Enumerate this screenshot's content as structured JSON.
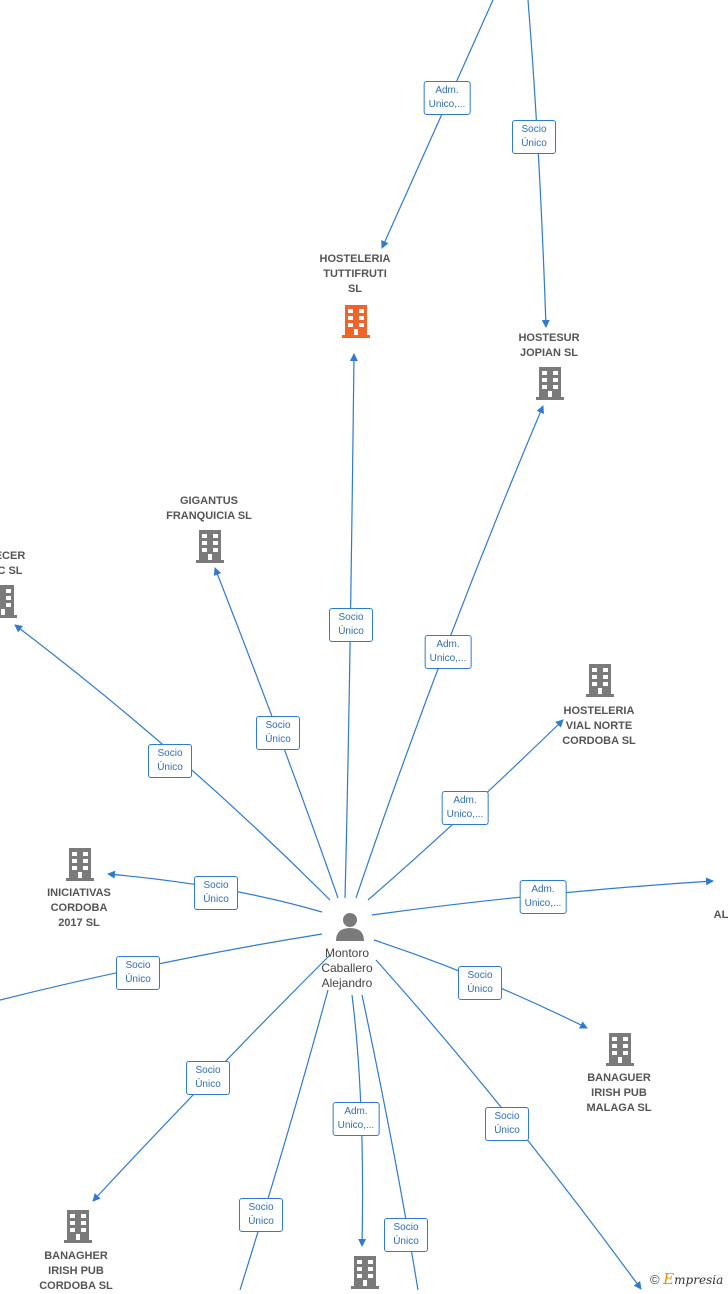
{
  "center": {
    "name": "Montoro\nCaballero\nAlejandro"
  },
  "companies": [
    {
      "id": "tuttifruti",
      "name": "HOSTELERIA\nTUTTIFRUTI\nSL",
      "focus": true
    },
    {
      "id": "hostesur",
      "name": "HOSTESUR\nJOPIAN  SL"
    },
    {
      "id": "gigantus",
      "name": "GIGANTUS\nFRANQUICIA  SL"
    },
    {
      "id": "ecer",
      "name": "ECER\nC  SL"
    },
    {
      "id": "vialnorte",
      "name": "HOSTELERIA\nVIAL NORTE\nCORDOBA  SL"
    },
    {
      "id": "iniciativas",
      "name": "INICIATIVAS\nCORDOBA\n2017  SL"
    },
    {
      "id": "al",
      "name": "AL"
    },
    {
      "id": "banaguer",
      "name": "BANAGUER\nIRISH PUB\nMALAGA  SL"
    },
    {
      "id": "banagher",
      "name": "BANAGHER\nIRISH PUB\nCORDOBA  SL"
    }
  ],
  "edge_labels": [
    {
      "id": "top-adm",
      "text": "Adm.\nUnico,..."
    },
    {
      "id": "top-socio",
      "text": "Socio\nÚnico"
    },
    {
      "id": "tutti-socio",
      "text": "Socio\nÚnico"
    },
    {
      "id": "hostesur-adm",
      "text": "Adm.\nUnico,..."
    },
    {
      "id": "gigantus-socio",
      "text": "Socio\nÚnico"
    },
    {
      "id": "ecer-socio",
      "text": "Socio\nÚnico"
    },
    {
      "id": "vial-adm",
      "text": "Adm.\nUnico,..."
    },
    {
      "id": "inic-socio",
      "text": "Socio\nÚnico"
    },
    {
      "id": "al-adm",
      "text": "Adm.\nUnico,..."
    },
    {
      "id": "left-socio",
      "text": "Socio\nÚnico"
    },
    {
      "id": "banaguer-socio",
      "text": "Socio\nÚnico"
    },
    {
      "id": "banagher-socio",
      "text": "Socio\nÚnico"
    },
    {
      "id": "bottom-adm",
      "text": "Adm.\nUnico,..."
    },
    {
      "id": "bottom-socio1",
      "text": "Socio\nÚnico"
    },
    {
      "id": "bottom-socio2",
      "text": "Socio\nÚnico"
    },
    {
      "id": "br-socio",
      "text": "Socio\nÚnico"
    }
  ],
  "copyright": {
    "symbol": "©",
    "brand_initial": "E",
    "brand_rest": "mpresia"
  },
  "colors": {
    "edge": "#2e7bcf",
    "building": "#7a7a7a",
    "focus": "#f0642a"
  }
}
